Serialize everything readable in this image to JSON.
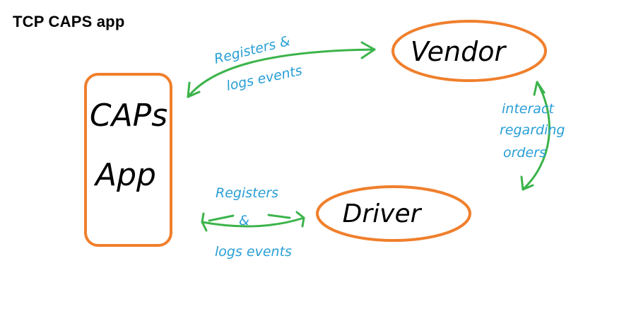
{
  "title": "TCP CAPS app",
  "nodes": {
    "caps_app": {
      "line1": "CAPs",
      "line2": "App"
    },
    "vendor": {
      "label": "Vendor"
    },
    "driver": {
      "label": "Driver"
    }
  },
  "edges": {
    "vendor_caps": {
      "line1": "Registers &",
      "line2": "logs events"
    },
    "driver_caps": {
      "line1": "Registers",
      "line2": "&",
      "line3": "logs events"
    },
    "vendor_driver": {
      "line1": "interact",
      "line2": "regarding",
      "line3": "orders"
    }
  },
  "colors": {
    "node_outline": "#f07f2c",
    "arrow": "#3cb44b",
    "edge_label": "#2a9fd6",
    "node_text": "#000000"
  }
}
